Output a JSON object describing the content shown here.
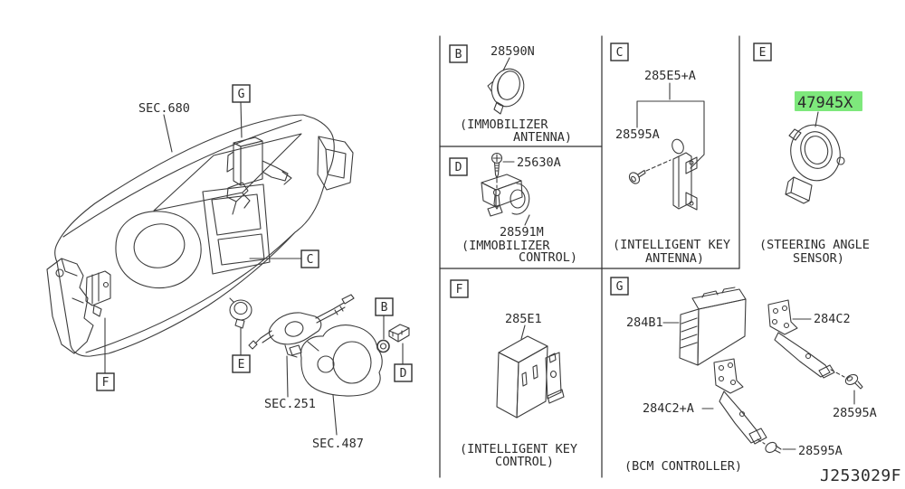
{
  "page": {
    "background": "#ffffff",
    "line_color": "#3c3c3c",
    "text_color": "#2b2b2b"
  },
  "highlight": {
    "fill": "#7ee87c",
    "text_color": "#5a755c"
  },
  "footer": {
    "diagram_code": "J253029F"
  },
  "left_view": {
    "section_labels": {
      "dashboard": "SEC.680",
      "combination_switch": "SEC.251",
      "steering_cover": "SEC.487"
    },
    "callouts": {
      "b": "B",
      "c": "C",
      "d": "D",
      "e": "E",
      "f": "F",
      "g": "G"
    }
  },
  "panels": {
    "b": {
      "letter": "B",
      "part_number": "28590N",
      "caption_line1": "(IMMOBILIZER",
      "caption_line2": "ANTENNA)"
    },
    "c": {
      "letter": "C",
      "part_number_antenna": "285E5+A",
      "part_number_screw": "28595A",
      "caption_line1": "(INTELLIGENT KEY",
      "caption_line2": "ANTENNA)"
    },
    "d": {
      "letter": "D",
      "part_number_screw": "25630A",
      "part_number_control": "28591M",
      "caption_line1": "(IMMOBILIZER",
      "caption_line2": "CONTROL)"
    },
    "e": {
      "letter": "E",
      "part_number": "47945X",
      "caption_line1": "(STEERING ANGLE",
      "caption_line2": "SENSOR)"
    },
    "f": {
      "letter": "F",
      "part_number": "285E1",
      "caption_line1": "(INTELLIGENT KEY",
      "caption_line2": "CONTROL)"
    },
    "g": {
      "letter": "G",
      "part_number_module": "284B1",
      "part_number_bracket": "284C2",
      "part_number_bracket_alt": "284C2+A",
      "part_number_screw_right": "28595A",
      "part_number_screw_bottom": "28595A",
      "caption_line1": "(BCM CONTROLLER)"
    }
  }
}
